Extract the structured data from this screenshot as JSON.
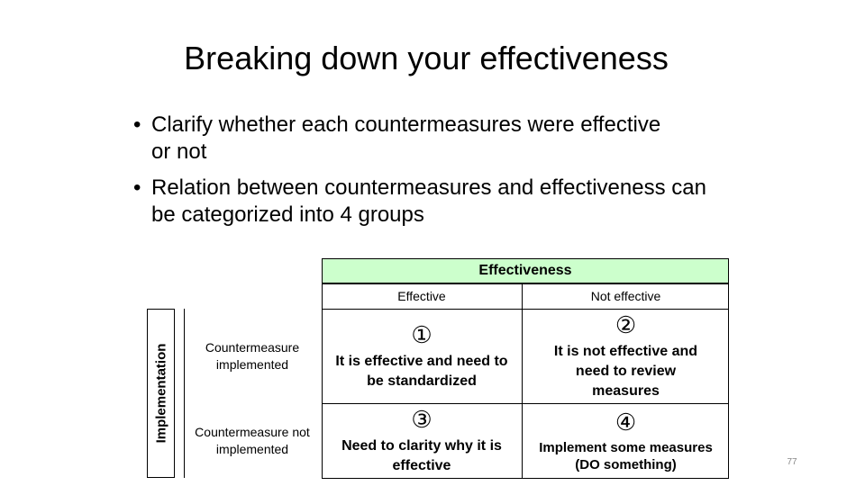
{
  "title": "Breaking down your effectiveness",
  "bullets": [
    {
      "marker": "•",
      "text": "Clarify whether each countermeasures were effective or not"
    },
    {
      "marker": "•",
      "text": "Relation between countermeasures and effectiveness can be categorized into 4 groups"
    }
  ],
  "matrix": {
    "header": "Effectiveness",
    "columns": [
      "Effective",
      "Not effective"
    ],
    "row_axis_label": "Implementation",
    "rows": [
      "Countermeasure implemented",
      "Countermeasure not implemented"
    ],
    "cells": [
      {
        "number": "①",
        "text": "It is effective and need to be standardized"
      },
      {
        "number": "②",
        "text": "It is not effective and need to review measures"
      },
      {
        "number": "③",
        "text": "Need to clarity why it is effective"
      },
      {
        "number": "④",
        "text": "Implement some measures (DO something)"
      }
    ],
    "header_bg": "#ccffcc"
  },
  "page_number": "77"
}
